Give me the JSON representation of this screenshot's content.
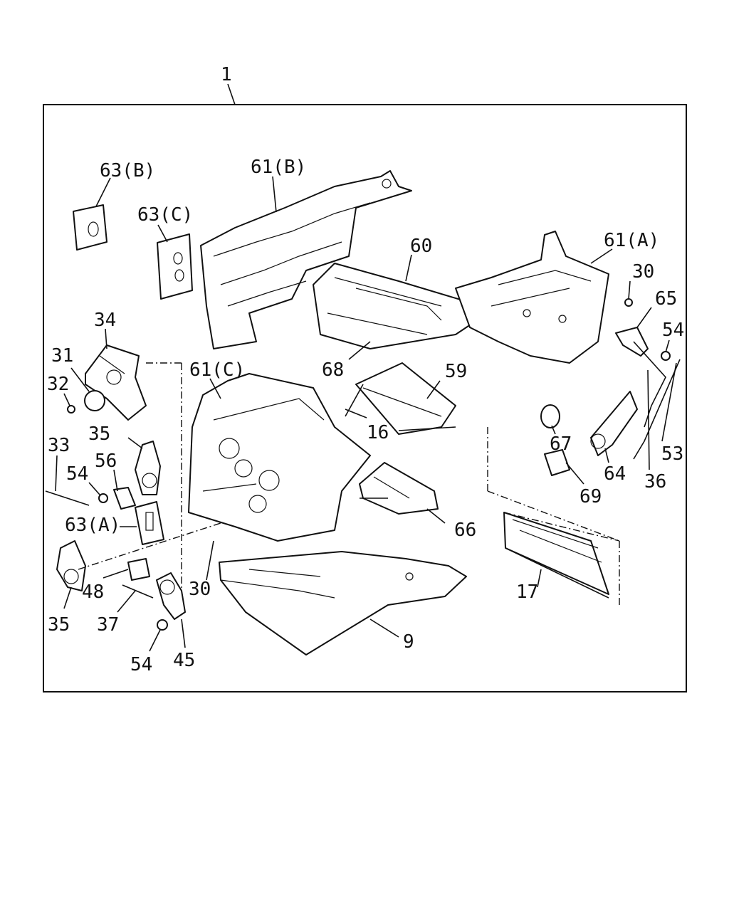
{
  "diagram": {
    "assembly_label": "1",
    "labels": [
      {
        "id": "63b",
        "text": "63(B)"
      },
      {
        "id": "61b",
        "text": "61(B)"
      },
      {
        "id": "63c",
        "text": "63(C)"
      },
      {
        "id": "60",
        "text": "60"
      },
      {
        "id": "61a",
        "text": "61(A)"
      },
      {
        "id": "30a",
        "text": "30"
      },
      {
        "id": "65",
        "text": "65"
      },
      {
        "id": "54a",
        "text": "54"
      },
      {
        "id": "34",
        "text": "34"
      },
      {
        "id": "31",
        "text": "31"
      },
      {
        "id": "32",
        "text": "32"
      },
      {
        "id": "68",
        "text": "68"
      },
      {
        "id": "59",
        "text": "59"
      },
      {
        "id": "61c",
        "text": "61(C)"
      },
      {
        "id": "35a",
        "text": "35"
      },
      {
        "id": "33",
        "text": "33"
      },
      {
        "id": "56",
        "text": "56"
      },
      {
        "id": "54b",
        "text": "54"
      },
      {
        "id": "16",
        "text": "16"
      },
      {
        "id": "67",
        "text": "67"
      },
      {
        "id": "53",
        "text": "53"
      },
      {
        "id": "64",
        "text": "64"
      },
      {
        "id": "36",
        "text": "36"
      },
      {
        "id": "69",
        "text": "69"
      },
      {
        "id": "63a",
        "text": "63(A)"
      },
      {
        "id": "66",
        "text": "66"
      },
      {
        "id": "48",
        "text": "48"
      },
      {
        "id": "30b",
        "text": "30"
      },
      {
        "id": "17",
        "text": "17"
      },
      {
        "id": "35b",
        "text": "35"
      },
      {
        "id": "37",
        "text": "37"
      },
      {
        "id": "9",
        "text": "9"
      },
      {
        "id": "54c",
        "text": "54"
      },
      {
        "id": "45",
        "text": "45"
      }
    ]
  }
}
